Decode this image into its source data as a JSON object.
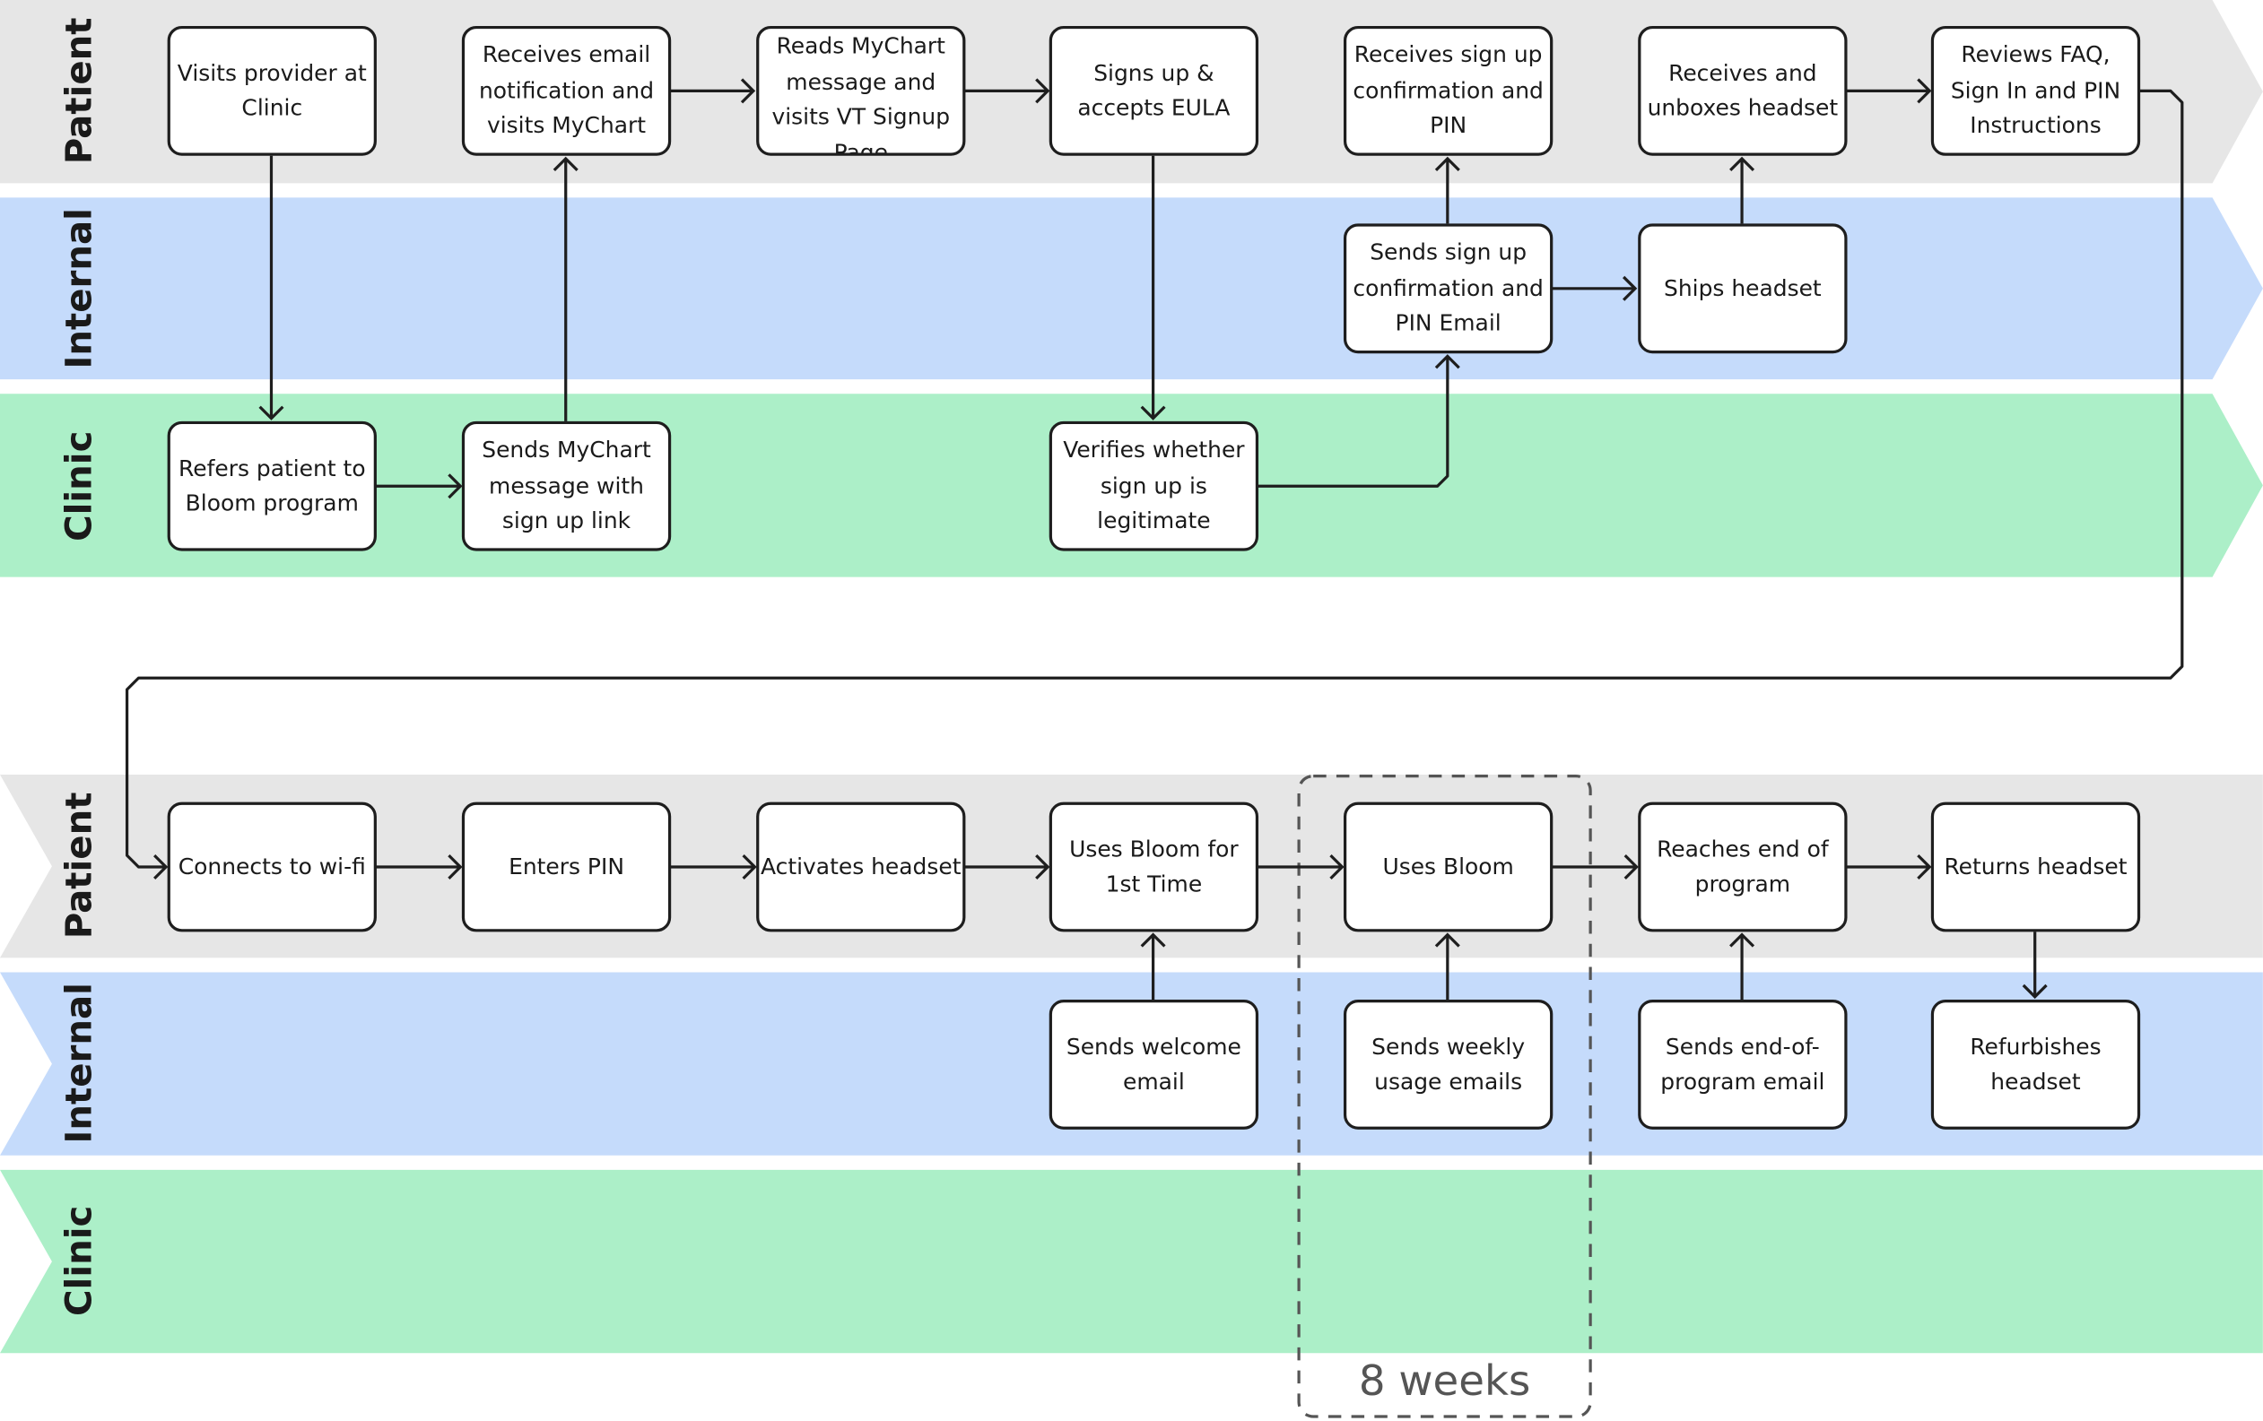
{
  "colors": {
    "patient_lane": "#e6e6e6",
    "internal_lane": "#c5dbfb",
    "clinic_lane": "#acefc8",
    "node_border": "#1e1e1e",
    "timebox": "#555555"
  },
  "phase1": {
    "lanes": [
      "Patient",
      "Internal",
      "Clinic"
    ],
    "patient": [
      "Visits provider at Clinic",
      "Receives email notification and visits MyChart",
      "Reads MyChart message and visits VT Signup Page",
      "Signs up & accepts EULA",
      "Receives sign up confirmation and PIN",
      "Receives and unboxes headset",
      "Reviews FAQ, Sign In and PIN Instructions"
    ],
    "internal": [
      "Sends sign up confirmation and PIN Email",
      "Ships headset"
    ],
    "clinic": [
      "Refers patient to Bloom program",
      "Sends MyChart message with sign up link",
      "Verifies whether sign up is legitimate"
    ]
  },
  "phase2": {
    "lanes": [
      "Patient",
      "Internal",
      "Clinic"
    ],
    "patient": [
      "Connects to wi-fi",
      "Enters PIN",
      "Activates headset",
      "Uses Bloom for 1st Time",
      "Uses Bloom",
      "Reaches end of program",
      "Returns headset"
    ],
    "internal": [
      "Sends welcome email",
      "Sends weekly usage emails",
      "Sends end-of-program email",
      "Refurbishes headset"
    ],
    "clinic": []
  },
  "timebox": {
    "label": "8 weeks"
  }
}
